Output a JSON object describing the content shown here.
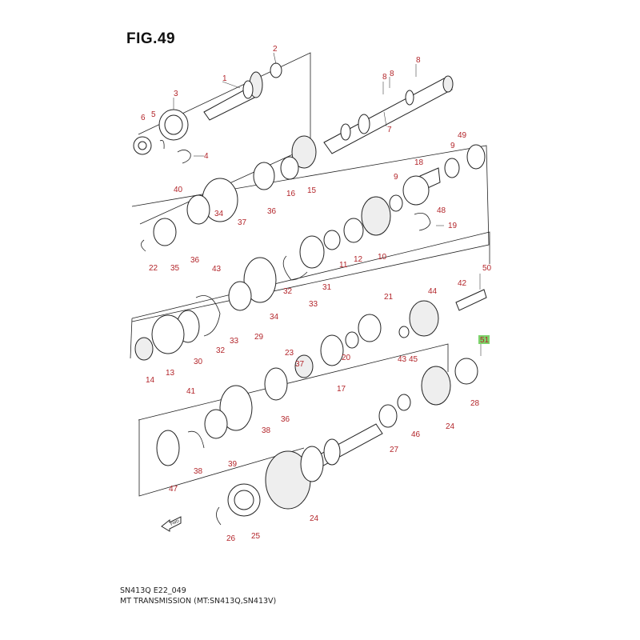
{
  "figure_title": "FIG.49",
  "caption_code": "SN413Q E22_049",
  "caption_description": "MT TRANSMISSION (MT:SN413Q,SN413V)",
  "fwd_label": "FWD",
  "highlight_color": "#7dd36b",
  "label_color": "#b3262b",
  "highlighted_part": "51",
  "part_labels": [
    "1",
    "2",
    "3",
    "4",
    "5",
    "6",
    "7",
    "8",
    "8",
    "8",
    "9",
    "9",
    "10",
    "11",
    "12",
    "13",
    "14",
    "15",
    "16",
    "17",
    "18",
    "19",
    "20",
    "21",
    "22",
    "23",
    "24",
    "24",
    "25",
    "26",
    "27",
    "28",
    "29",
    "30",
    "31",
    "32",
    "32",
    "33",
    "33",
    "34",
    "34",
    "35",
    "36",
    "36",
    "36",
    "37",
    "37",
    "38",
    "38",
    "39",
    "40",
    "41",
    "42",
    "43",
    "43",
    "44",
    "45",
    "46",
    "47",
    "48",
    "49",
    "50",
    "51"
  ]
}
